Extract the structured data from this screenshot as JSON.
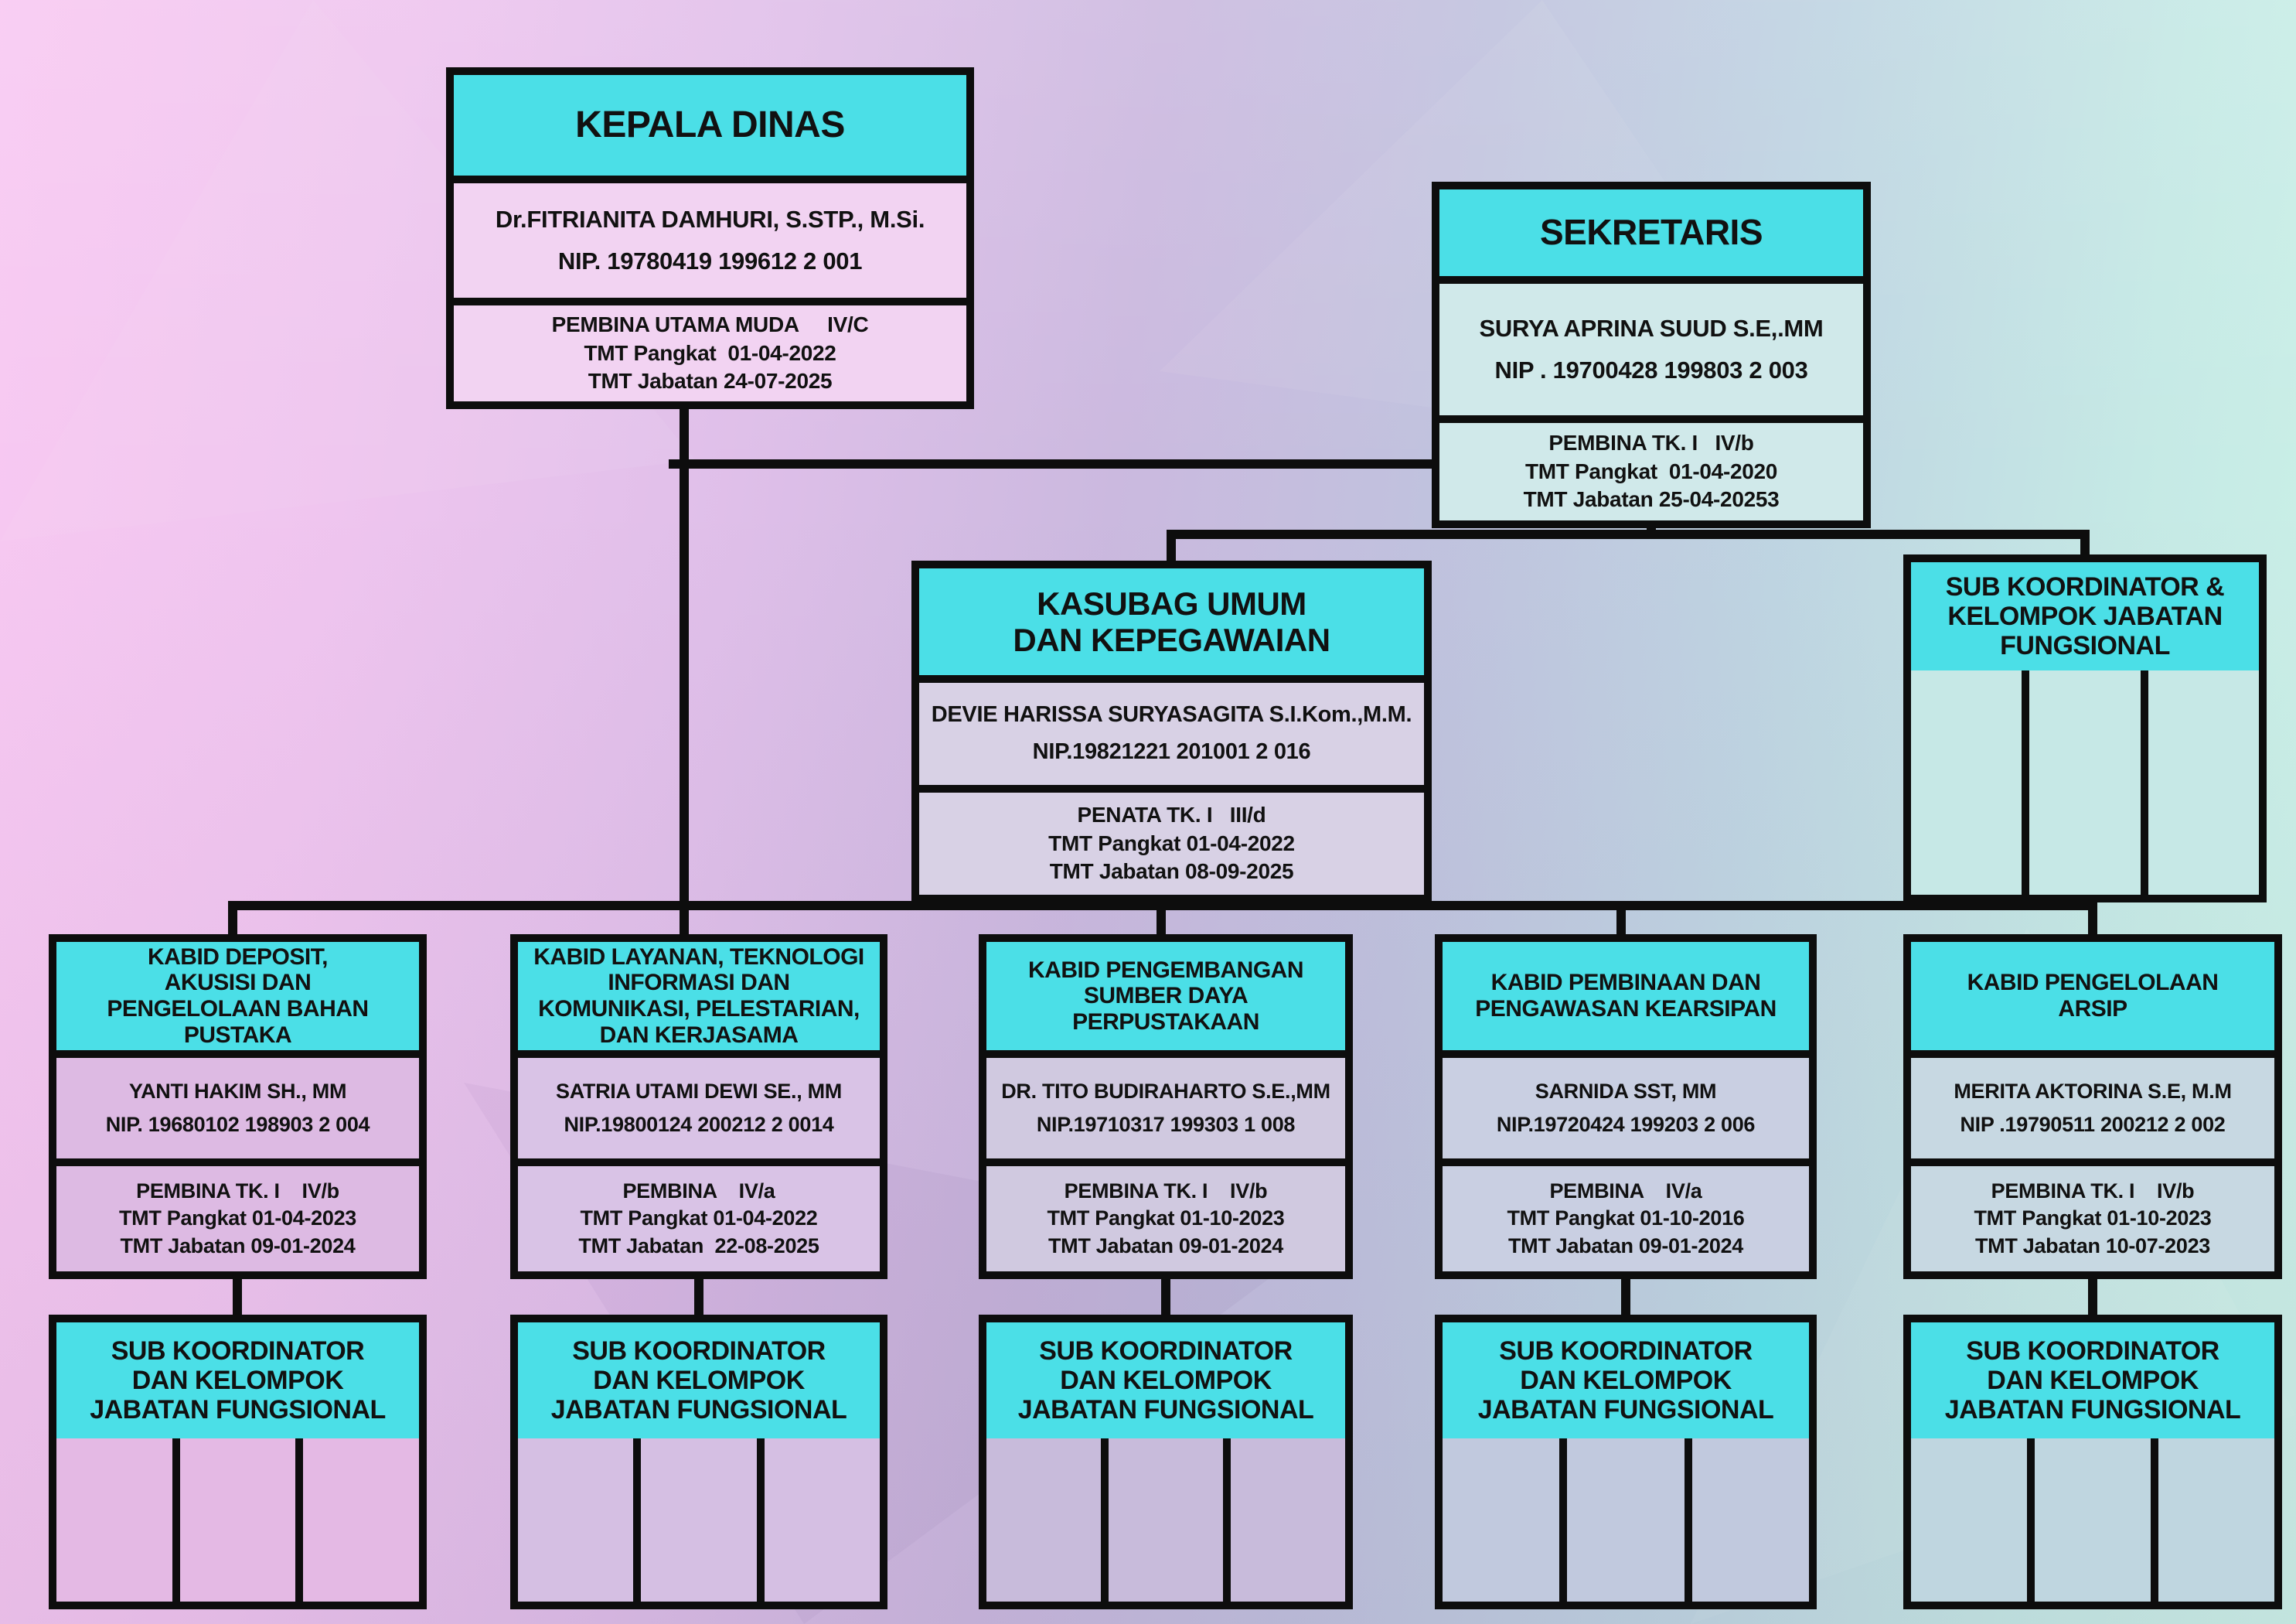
{
  "colors": {
    "header_cyan": "#4bdfe7",
    "line_black": "#0d0d0d",
    "background_left": "#f8c9f2",
    "background_right": "#ccf2e8"
  },
  "org_chart": {
    "kepala_dinas": {
      "title": "KEPALA DINAS",
      "name": "Dr.FITRIANITA DAMHURI, S.STP., M.Si.",
      "nip": "NIP. 19780419 199612 2 001",
      "rank_lines": [
        "PEMBINA UTAMA MUDA     IV/C",
        "TMT Pangkat  01-04-2022",
        "TMT Jabatan 24-07-2025"
      ]
    },
    "sekretaris": {
      "title": "SEKRETARIS",
      "name": "SURYA APRINA SUUD S.E,.MM",
      "nip": "NIP . 19700428 199803 2 003",
      "rank_lines": [
        "PEMBINA TK. I   IV/b",
        "TMT Pangkat  01-04-2020",
        "TMT Jabatan 25-04-20253"
      ]
    },
    "kasubag_umum": {
      "title": "KASUBAG UMUM\nDAN KEPEGAWAIAN",
      "name": "DEVIE HARISSA SURYASAGITA S.I.Kom.,M.M.",
      "nip": "NIP.19821221 201001 2 016",
      "rank_lines": [
        "PENATA TK. I   III/d",
        "TMT Pangkat 01-04-2022",
        "TMT Jabatan 08-09-2025"
      ]
    },
    "sub_koordinator_sekretariat": {
      "title": "SUB KOORDINATOR &\nKELOMPOK JABATAN\nFUNGSIONAL"
    },
    "kabid": [
      {
        "title": "KABID DEPOSIT,\nAKUSISI DAN\nPENGELOLAAN BAHAN\nPUSTAKA",
        "name": "YANTI HAKIM SH., MM",
        "nip": "NIP. 19680102 198903 2 004",
        "rank_lines": [
          "PEMBINA TK. I    IV/b",
          "TMT Pangkat 01-04-2023",
          "TMT Jabatan 09-01-2024"
        ]
      },
      {
        "title": "KABID LAYANAN, TEKNOLOGI\nINFORMASI DAN\nKOMUNIKASI, PELESTARIAN,\nDAN KERJASAMA",
        "name": "SATRIA UTAMI DEWI SE., MM",
        "nip": "NIP.19800124 200212 2 0014",
        "rank_lines": [
          "PEMBINA    IV/a",
          "TMT Pangkat 01-04-2022",
          "TMT Jabatan  22-08-2025"
        ]
      },
      {
        "title": "KABID PENGEMBANGAN\nSUMBER DAYA\nPERPUSTAKAAN",
        "name": "DR. TITO BUDIRAHARTO S.E.,MM",
        "nip": "NIP.19710317 199303 1 008",
        "rank_lines": [
          "PEMBINA TK. I    IV/b",
          "TMT Pangkat 01-10-2023",
          "TMT Jabatan 09-01-2024"
        ]
      },
      {
        "title": "KABID PEMBINAAN DAN\nPENGAWASAN KEARSIPAN",
        "name": "SARNIDA SST, MM",
        "nip": "NIP.19720424 199203 2 006",
        "rank_lines": [
          "PEMBINA    IV/a",
          "TMT Pangkat 01-10-2016",
          "TMT Jabatan 09-01-2024"
        ]
      },
      {
        "title": "KABID PENGELOLAAN\nARSIP",
        "name": "MERITA AKTORINA S.E, M.M",
        "nip": "NIP .19790511 200212 2 002",
        "rank_lines": [
          "PEMBINA TK. I    IV/b",
          "TMT Pangkat 01-10-2023",
          "TMT Jabatan 10-07-2023"
        ]
      }
    ],
    "sub_koordinator_bidang_title": "SUB KOORDINATOR\nDAN KELOMPOK\nJABATAN FUNGSIONAL"
  }
}
